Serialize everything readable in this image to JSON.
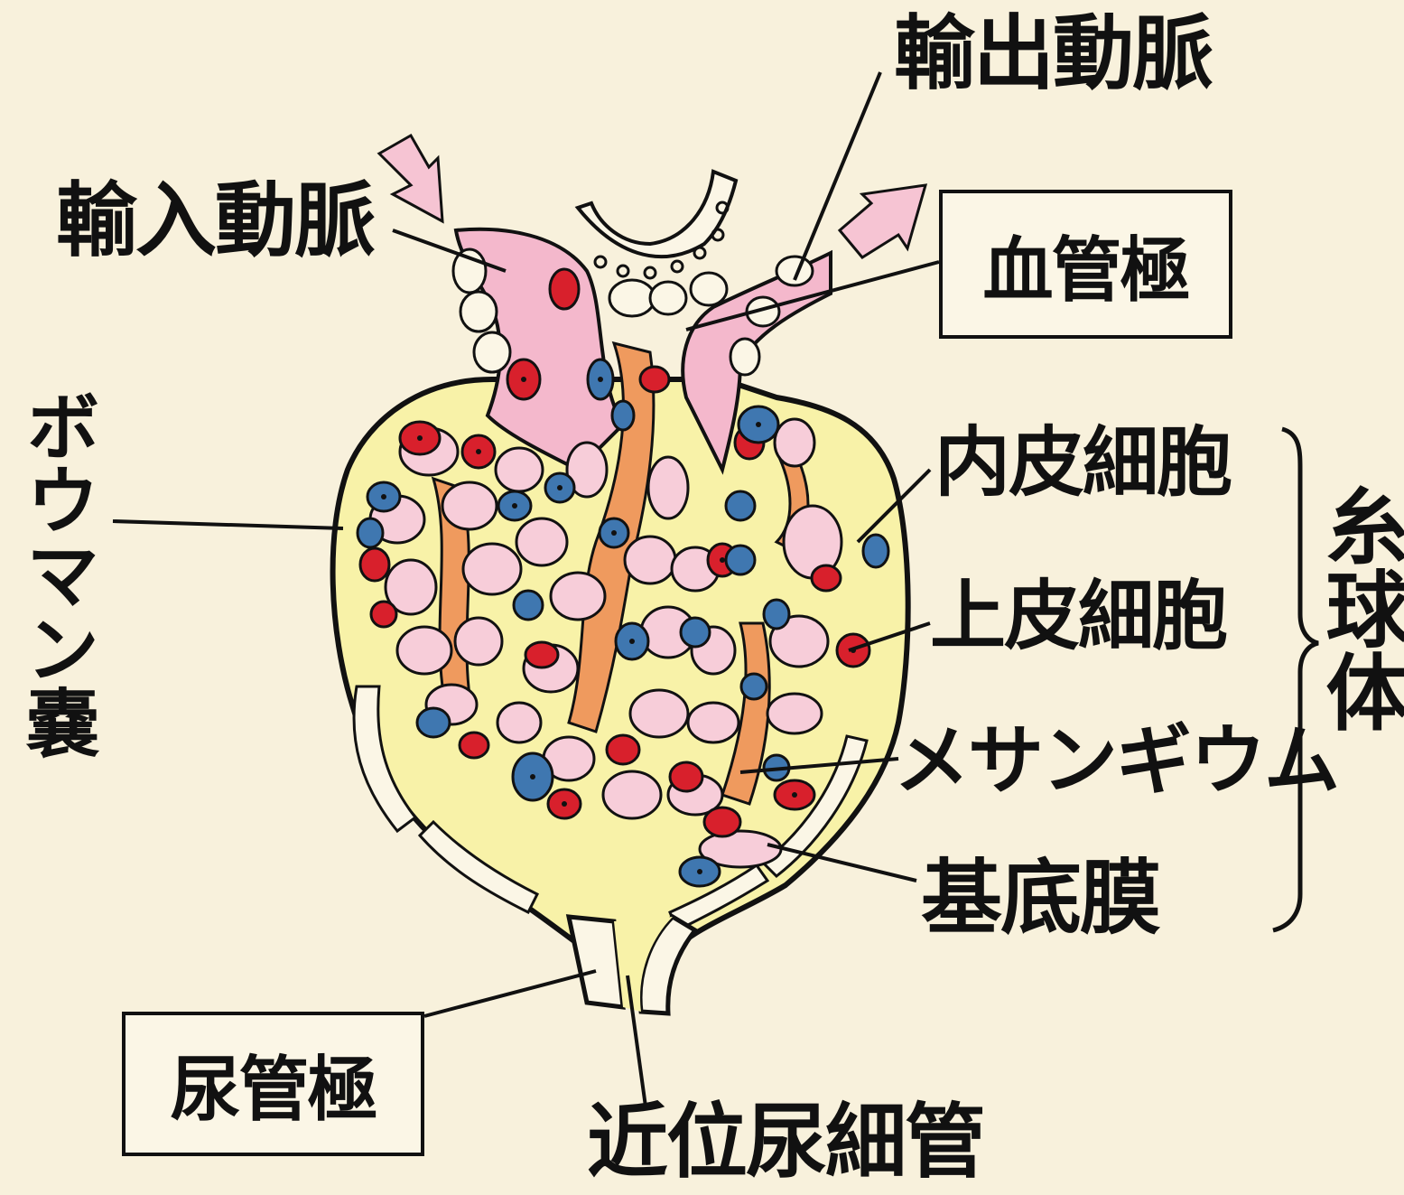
{
  "diagram": {
    "labels": {
      "afferent_arteriole": "輸入動脈",
      "efferent_arteriole": "輸出動脈",
      "vascular_pole": "血管極",
      "bowman_capsule": "ボウマン嚢",
      "endothelial_cell": "内皮細胞",
      "epithelial_cell": "上皮細胞",
      "mesangium": "メサンギウム",
      "basement_membrane": "基底膜",
      "glomerulus": "糸球体",
      "urinary_pole": "尿管極",
      "proximal_tubule": "近位尿細管"
    },
    "colors": {
      "background": "#f8f1dc",
      "capsule_space": "#f8f2a8",
      "arteriole": "#f4b8cc",
      "capillary_loop": "#f7cdd9",
      "mesangium": "#ef9a5e",
      "epithelial_cell": "#d8202c",
      "endothelial_cell": "#3f77b0",
      "outline": "#111111"
    }
  }
}
